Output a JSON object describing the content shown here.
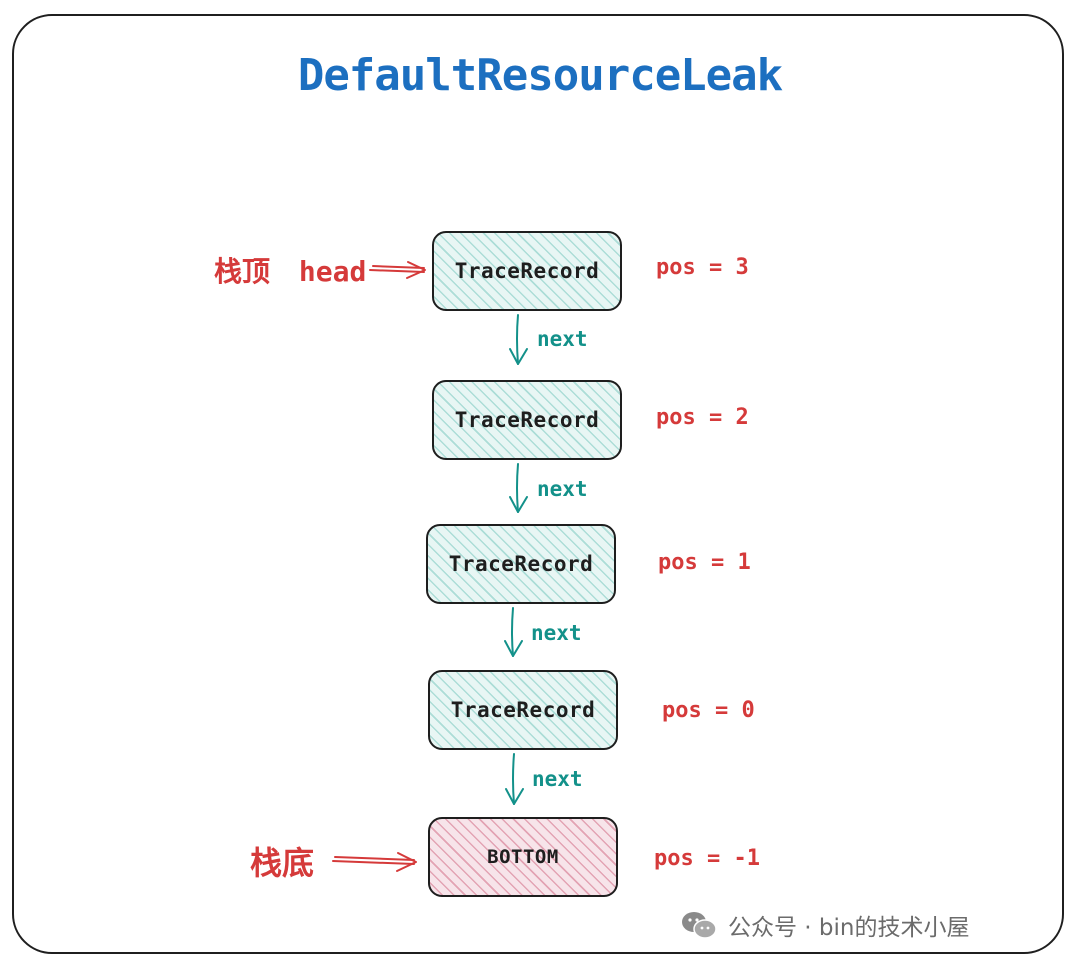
{
  "title": "DefaultResourceLeak",
  "nodes": [
    {
      "label": "TraceRecord",
      "pos_label": "pos = 3"
    },
    {
      "label": "TraceRecord",
      "pos_label": "pos = 2"
    },
    {
      "label": "TraceRecord",
      "pos_label": "pos = 1"
    },
    {
      "label": "TraceRecord",
      "pos_label": "pos = 0"
    },
    {
      "label": "BOTTOM",
      "pos_label": "pos = -1"
    }
  ],
  "edges": [
    {
      "label": "next"
    },
    {
      "label": "next"
    },
    {
      "label": "next"
    },
    {
      "label": "next"
    }
  ],
  "markers": {
    "top": {
      "cn": "栈顶",
      "en": "head"
    },
    "bottom": {
      "cn": "栈底"
    }
  },
  "watermark": "公众号 · bin的技术小屋",
  "colors": {
    "title": "#1c6fc0",
    "annotation": "#d53a3a",
    "edge": "#13918a",
    "record_fill": "#e8f6f4",
    "bottom_fill": "#f7e4ea",
    "stroke": "#1e1e1e"
  }
}
